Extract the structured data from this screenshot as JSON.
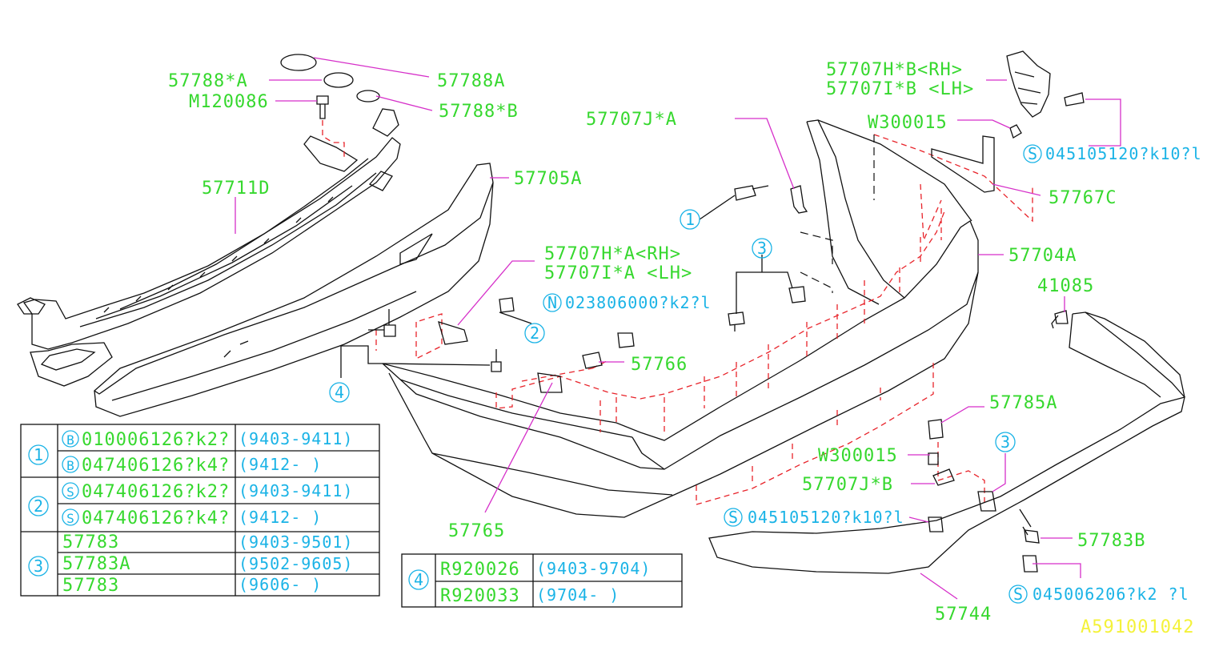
{
  "part_labels": {
    "p57788A": "57788A",
    "p57788_A": "57788*A",
    "m120086": "M120086",
    "p57788_B": "57788*B",
    "p57711D": "57711D",
    "p57705A": "57705A",
    "p57707JA": "57707J*A",
    "p57707HB": "57707H*B<RH>",
    "p57707IB": "57707I*B <LH>",
    "w300015_top": "W300015",
    "p57767C": "57767C",
    "p57704A": "57704A",
    "p57707HA": "57707H*A<RH>",
    "p57707IA": "57707I*A <LH>",
    "p57766": "57766",
    "p41085": "41085",
    "p57785A": "57785A",
    "w300015_mid": "W300015",
    "p57707JB": "57707J*B",
    "p57765": "57765",
    "p57783B": "57783B",
    "p57744": "57744"
  },
  "cyan_labels": {
    "s045105120_top": "045105120?k10?l",
    "n023806000": "023806000?k2?l",
    "s045105120_mid": "045105120?k10?l",
    "s045006206": "045006206?k2 ?l"
  },
  "callouts": {
    "c1": "1",
    "c2": "2",
    "c3a": "3",
    "c3b": "3",
    "c4": "4",
    "s_top": "S",
    "n_mid": "N",
    "s_mid": "S",
    "s_bot": "S"
  },
  "table_left": {
    "groups": [
      "1",
      "2",
      "3"
    ],
    "rows": [
      {
        "prefix": "B",
        "part": "010006126?k2?",
        "date": "(9403-9411)"
      },
      {
        "prefix": "B",
        "part": "047406126?k4?",
        "date": "(9412-     )"
      },
      {
        "prefix": "S",
        "part": "047406126?k2?",
        "date": "(9403-9411)"
      },
      {
        "prefix": "S",
        "part": "047406126?k4?",
        "date": "(9412-     )"
      },
      {
        "prefix": "",
        "part": "57783",
        "date": "(9403-9501)"
      },
      {
        "prefix": "",
        "part": "57783A",
        "date": "(9502-9605)"
      },
      {
        "prefix": "",
        "part": "57783",
        "date": "(9606-     )"
      }
    ]
  },
  "table_right": {
    "group": "4",
    "rows": [
      {
        "part": "R920026",
        "date": "(9403-9704)"
      },
      {
        "part": "R920033",
        "date": "(9704-       )"
      }
    ]
  },
  "diagram_id": "A591001042",
  "colors": {
    "part_label": "#36d82e",
    "callout": "#1ab3e6",
    "leader": "#d62fc9",
    "hidden_line": "#e8232a",
    "diagram_id": "#f4f23a"
  }
}
